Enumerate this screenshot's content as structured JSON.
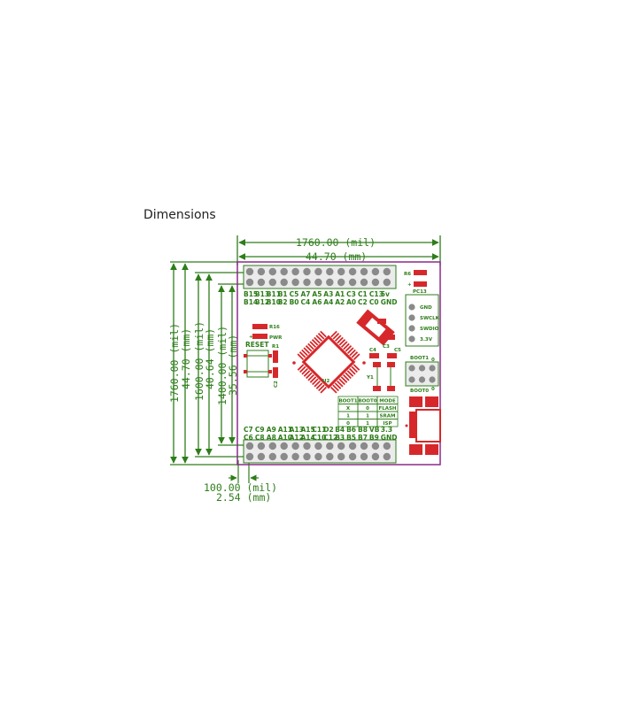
{
  "heading": "Dimensions",
  "dimensions": {
    "width_mil": "1760.00 (mil)",
    "width_mm": "44.70 (mm)",
    "height_mil": "1760.00 (mil)",
    "height_mm": "44.70 (mm)",
    "pitch1600": "1600.00 (mil)",
    "pitch4064": "40.64 (mm)",
    "pitch1400": "1400.00 (mil)",
    "pitch3556": "35.56 (mm)",
    "spacing_mil": "100.00 (mil)",
    "spacing_mm": "2.54 (mm)"
  },
  "pins": {
    "top_row1": [
      "B15",
      "B13",
      "B11",
      "B1",
      "C5",
      "A7",
      "A5",
      "A3",
      "A1",
      "C3",
      "C1",
      "C13",
      "5v"
    ],
    "top_row2": [
      "B14",
      "B12",
      "B10",
      "B2",
      "B0",
      "C4",
      "A6",
      "A4",
      "A2",
      "A0",
      "C2",
      "C0",
      "GND"
    ],
    "bottom_row1": [
      "C7",
      "C9",
      "A9",
      "A11",
      "A13",
      "A15",
      "C11",
      "D2",
      "B4",
      "B6",
      "B8",
      "VB",
      "3.3"
    ],
    "bottom_row2": [
      "C6",
      "C8",
      "A8",
      "A10",
      "A12",
      "A14",
      "C10",
      "C12",
      "B3",
      "B5",
      "B7",
      "B9",
      "GND"
    ]
  },
  "components": {
    "reset": "RESET",
    "r16": "R16",
    "pwr": "PWR",
    "r1": "R1",
    "c2": "C2",
    "u2": "U2",
    "y1": "Y1",
    "c4": "C4",
    "c3": "C3",
    "c5": "C5",
    "r6": "R6",
    "pc13": "PC13",
    "boot1": "BOOT1",
    "boot0": "BOOT0",
    "d0": "0",
    "d1": "0",
    "plus": "+",
    "swd": [
      "GND",
      "SWCLK",
      "SWDIO",
      "3.3V"
    ]
  },
  "boot_table": {
    "headers": [
      "BOOT1",
      "BOOT0",
      "MODE"
    ],
    "rows": [
      [
        "X",
        "0",
        "FLASH"
      ],
      [
        "1",
        "1",
        "SRAM"
      ],
      [
        "0",
        "1",
        "ISP"
      ]
    ]
  },
  "colors": {
    "green": "#2e7d1a",
    "purple": "#8b2a8b",
    "red": "#d6282b",
    "pin": "#8a8a8a"
  }
}
